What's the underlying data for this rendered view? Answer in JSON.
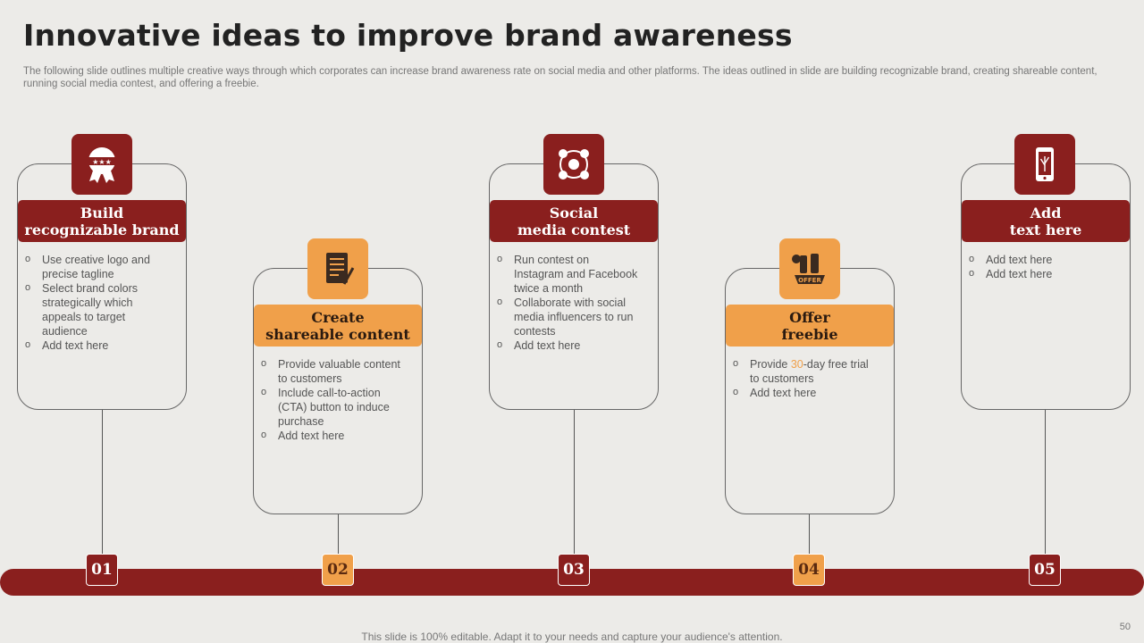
{
  "title": "Innovative ideas to improve brand awareness",
  "subtitle": "The following slide outlines multiple creative ways through which corporates can increase brand awareness rate on social media and other platforms. The ideas outlined in slide are building recognizable brand, creating shareable content, running social media contest, and offering a freebie.",
  "colors": {
    "dark": "#8a1f1e",
    "orange": "#f0a04a",
    "background": "#ecebe8"
  },
  "steps": [
    {
      "number": "01",
      "icon": "award-ribbon-icon",
      "heading": "Build\nrecognizable brand",
      "bullets": [
        "Use creative logo and precise tagline",
        "Select brand colors strategically which appeals to target audience",
        "Add text here"
      ]
    },
    {
      "number": "02",
      "icon": "document-pen-icon",
      "heading": "Create\nshareable content",
      "bullets": [
        "Provide valuable content to customers",
        "Include call-to-action (CTA) button to induce purchase",
        "Add text here"
      ]
    },
    {
      "number": "03",
      "icon": "social-network-icon",
      "heading": "Social\nmedia contest",
      "bullets": [
        "Run contest on Instagram and Facebook twice a month",
        "Collaborate with social media influencers to run contests",
        "Add text here"
      ]
    },
    {
      "number": "04",
      "icon": "free-offer-icon",
      "heading": "Offer\nfreebie",
      "bullets": [
        "Provide ",
        "30",
        "-day free trial to customers",
        "Add text here"
      ]
    },
    {
      "number": "05",
      "icon": "smartphone-icon",
      "heading": "Add\ntext here",
      "bullets": [
        "Add text here",
        "Add text here"
      ]
    }
  ],
  "footer": "This slide is 100% editable. Adapt it to your needs and capture your audience's attention.",
  "page_number": "50"
}
